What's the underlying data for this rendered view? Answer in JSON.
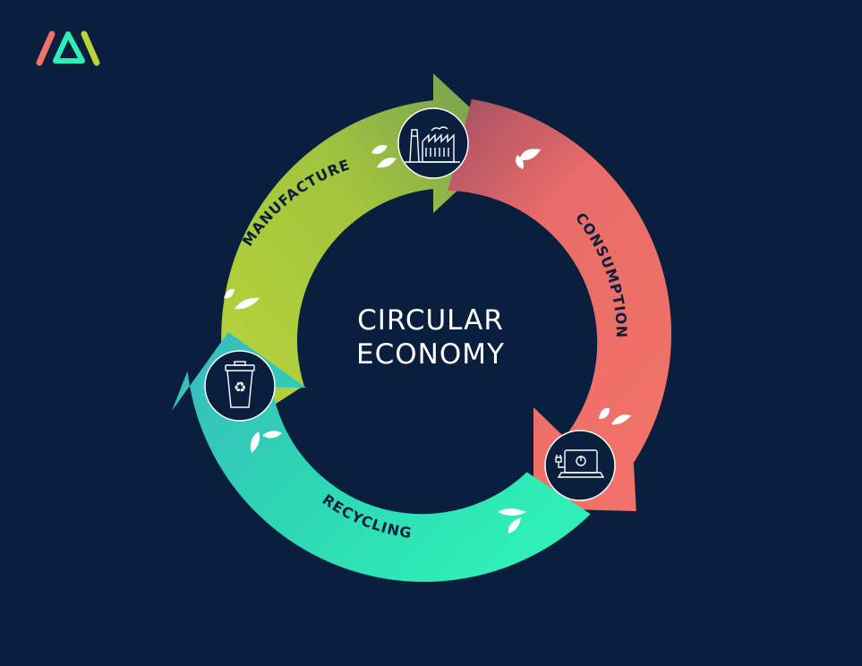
{
  "logo": {
    "icon": "brand-logo-icon"
  },
  "center": {
    "line1": "CIRCULAR",
    "line2": "ECONOMY"
  },
  "stages": {
    "manufacture": {
      "label": "MANUFACTURE",
      "icon": "factory-icon",
      "colors": [
        "#b8d43a",
        "#6f9a57"
      ]
    },
    "consumption": {
      "label": "CONSUMPTION",
      "icon": "computer-icon",
      "colors": [
        "#a35063",
        "#f07268"
      ]
    },
    "recycling": {
      "label": "RECYCLING",
      "icon": "recycle-bin-icon",
      "colors": [
        "#2fefb7",
        "#3ab8c2"
      ]
    }
  },
  "colors": {
    "background": "#0a1f3d",
    "icon_circle": "#0a1f3d",
    "text_dark": "#0a1f3d",
    "center_text": "#ffffff",
    "leaf": "#ffffff"
  }
}
